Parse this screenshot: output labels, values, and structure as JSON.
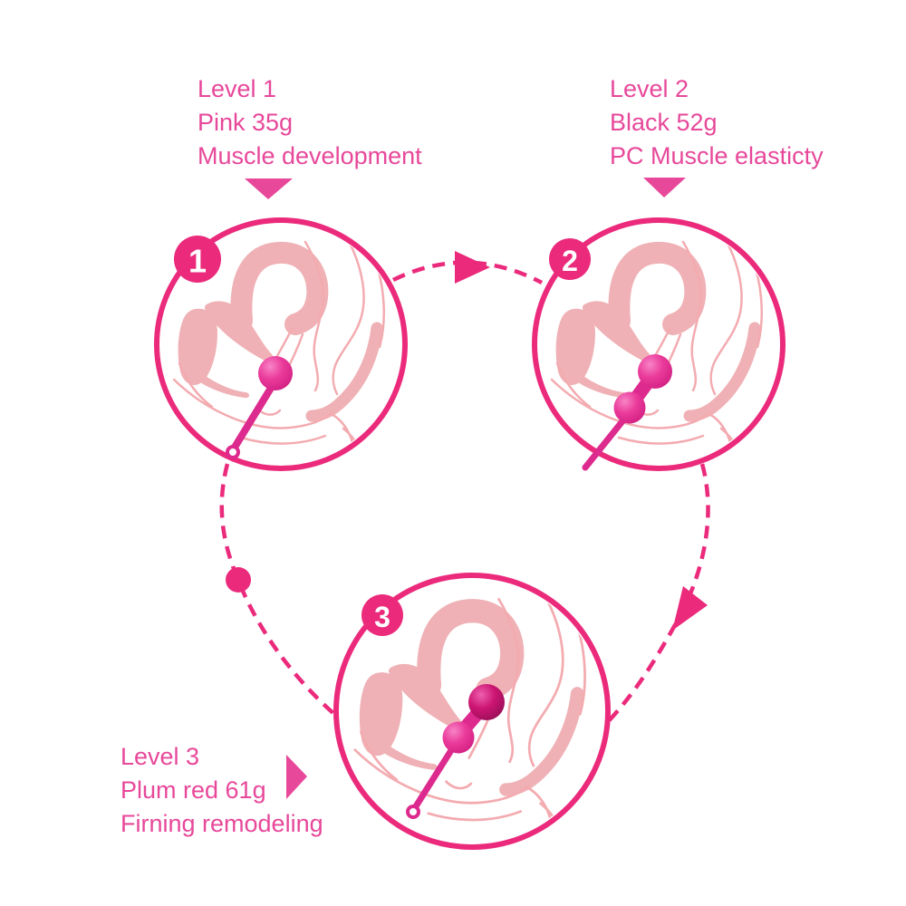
{
  "colors": {
    "accent_pink": "#eb2a7c",
    "text_pink": "#e7489a",
    "illustration_fill": "#efb1b5",
    "illustration_line": "#f3abb0",
    "device_magenta": "#e02a90",
    "device_plum": "#c21571"
  },
  "levels": [
    {
      "badge": "1",
      "title": "Level 1",
      "weight": "Pink 35g",
      "benefit": "Muscle development"
    },
    {
      "badge": "2",
      "title": "Level 2",
      "weight": "Black 52g",
      "benefit": "PC Muscle elasticty"
    },
    {
      "badge": "3",
      "title": "Level 3",
      "weight": "Plum red 61g",
      "benefit": "Firning remodeling"
    }
  ],
  "icons": {
    "level_1_marker": "triangle-down-icon",
    "level_2_marker": "triangle-down-icon",
    "level_3_marker": "triangle-right-icon",
    "flow_1_to_2": "dashed-arc-with-right-arrowhead",
    "flow_2_to_3": "dashed-arc-with-down-arrowhead",
    "flow_3_to_1": "dashed-arc-with-node-dot",
    "step_1_device": "single-kegel-ball",
    "step_2_device": "double-kegel-ball",
    "step_3_device": "double-kegel-ball-plum"
  }
}
